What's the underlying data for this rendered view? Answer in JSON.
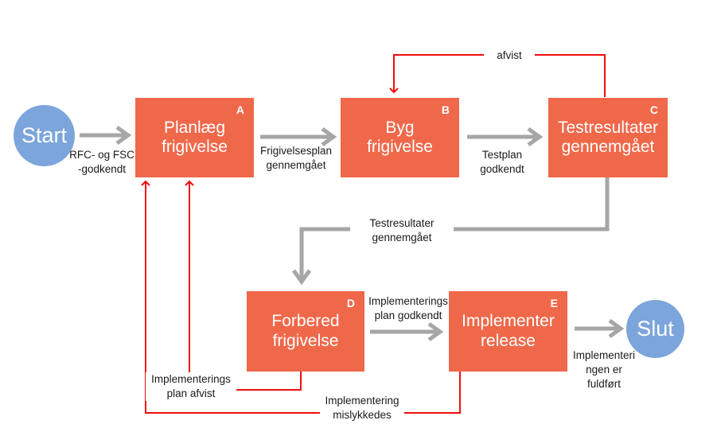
{
  "colors": {
    "box_orange": "#f0684a",
    "circle_blue": "#7ca5db",
    "arrow_gray": "#a6a6a6",
    "arrow_red": "#f20d0d",
    "label_text": "#1a1a1a",
    "node_text": "#ffffff"
  },
  "nodes": {
    "start": {
      "label": "Start"
    },
    "plan": {
      "badge": "A",
      "label": "Planlæg\nfrigivelse"
    },
    "build": {
      "badge": "B",
      "label": "Byg\nfrigivelse"
    },
    "test": {
      "badge": "C",
      "label": "Testresultater\ngennemgået"
    },
    "prepare": {
      "badge": "D",
      "label": "Forbered\nfrigivelse"
    },
    "implement": {
      "badge": "E",
      "label": "Implementer\nrelease"
    },
    "end": {
      "label": "Slut"
    }
  },
  "edge_labels": {
    "rfc_godkendt": "RFC- og FSC\n-godkendt",
    "frigivelsesplan_gennemgaaet": "Frigivelsesplan\ngennemgået",
    "testplan_godkendt": "Testplan\ngodkendt",
    "afvist": "afvist",
    "testresultater_gennemgaaet": "Testresultater\ngennemgået",
    "implementeringsplan_godkendt": "Implementerings\nplan godkendt",
    "implementeringen_fuldfoert": "Implementeri\nngen er\nfuldført",
    "implementeringsplan_afvist": "Implementerings\nplan afvist",
    "implementering_mislykkedes": "Implementering\nmislykkedes"
  }
}
